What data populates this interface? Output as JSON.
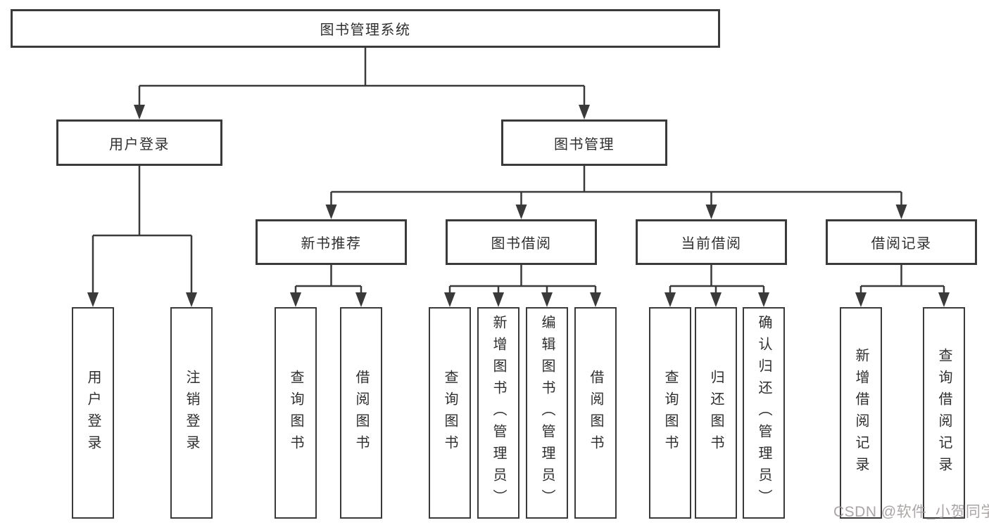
{
  "diagram_title": "图书管理系统",
  "tree": {
    "label": "图书管理系统",
    "children": [
      {
        "label": "用户登录",
        "children": [
          {
            "label": "用户登录"
          },
          {
            "label": "注销登录"
          }
        ]
      },
      {
        "label": "图书管理",
        "children": [
          {
            "label": "新书推荐",
            "children": [
              {
                "label": "查询图书"
              },
              {
                "label": "借阅图书"
              }
            ]
          },
          {
            "label": "图书借阅",
            "children": [
              {
                "label": "查询图书"
              },
              {
                "label": "新增图书（管理员）"
              },
              {
                "label": "编辑图书（管理员）"
              },
              {
                "label": "借阅图书"
              }
            ]
          },
          {
            "label": "当前借阅",
            "children": [
              {
                "label": "查询图书"
              },
              {
                "label": "归还图书"
              },
              {
                "label": "确认归还（管理员）"
              }
            ]
          },
          {
            "label": "借阅记录",
            "children": [
              {
                "label": "新增借阅记录"
              },
              {
                "label": "查询借阅记录"
              }
            ]
          }
        ]
      }
    ]
  },
  "watermark": {
    "text": "CSDN @软件_小贺同学"
  },
  "colors": {
    "line": "#3a3a3a",
    "box_border": "#3a3a3a",
    "text": "#2f2f2f",
    "background": "#ffffff",
    "watermark": "#a09898"
  }
}
